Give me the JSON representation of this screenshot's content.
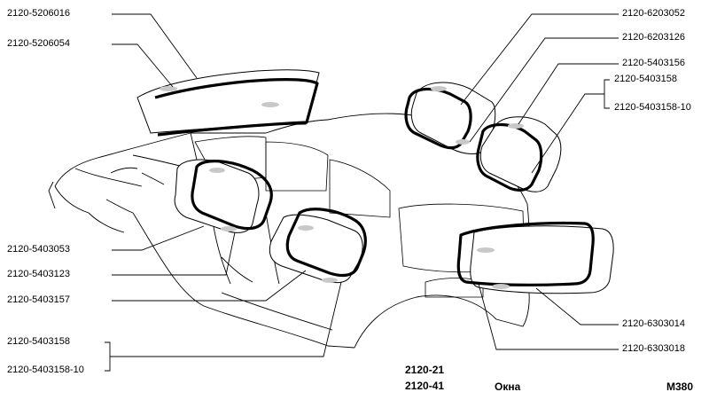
{
  "labels_left": [
    {
      "id": "rear-glass",
      "text": "2120-5206016"
    },
    {
      "id": "rear-seal",
      "text": "2120-5206054"
    },
    {
      "id": "front-door-glass",
      "text": "2120-5403053"
    },
    {
      "id": "front-door-seal",
      "text": "2120-5403123"
    },
    {
      "id": "rear-door-glass",
      "text": "2120-5403157"
    }
  ],
  "labels_left_group": [
    "2120-5403158",
    "2120-5403158-10"
  ],
  "labels_right": [
    {
      "id": "quarter-glass",
      "text": "2120-6203052"
    },
    {
      "id": "quarter-seal",
      "text": "2120-6203126"
    },
    {
      "id": "vent-glass",
      "text": "2120-5403156"
    }
  ],
  "labels_right_group": [
    "2120-5403158",
    "2120-5403158-10"
  ],
  "labels_right_lower": [
    {
      "id": "windshield-glass",
      "text": "2120-6303014"
    },
    {
      "id": "windshield-seal",
      "text": "2120-6303018"
    }
  ],
  "footer": {
    "model_codes": [
      "2120-21",
      "2120-41"
    ],
    "title": "Окна",
    "sheet_code": "M380"
  }
}
